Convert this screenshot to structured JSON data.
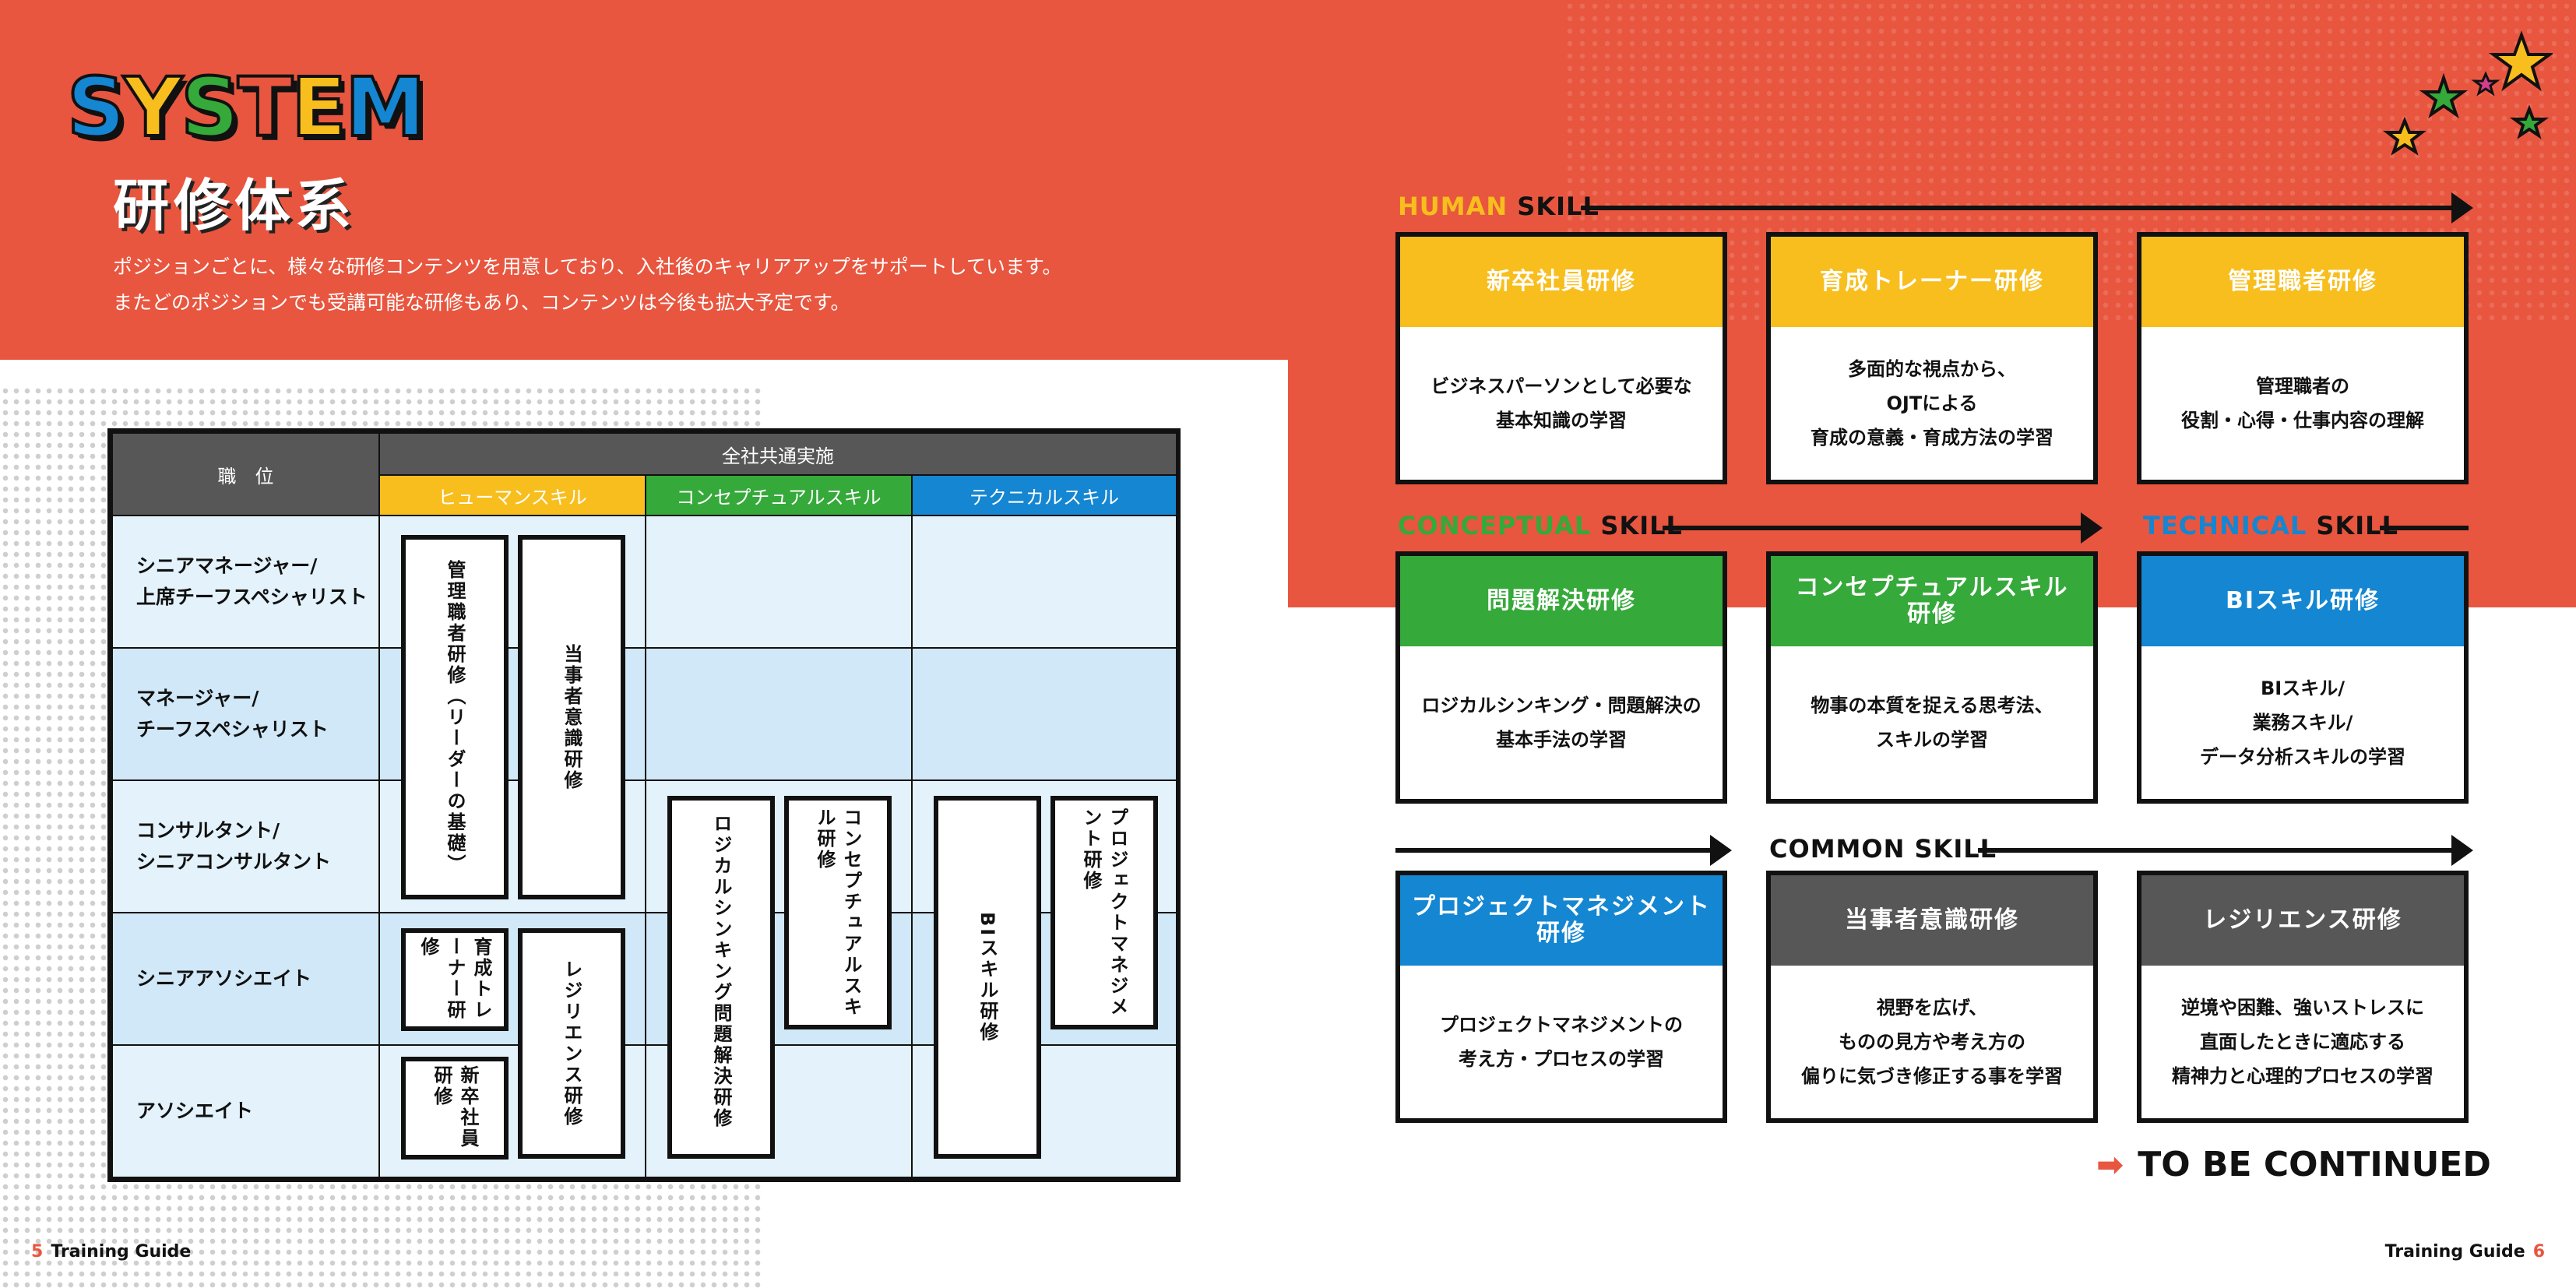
{
  "hero": {
    "title_letters": [
      "S",
      "Y",
      "S",
      "T",
      "E",
      "M"
    ],
    "title_colors": [
      "#1486d2",
      "#f7be1e",
      "#35a93a",
      "#e8563f",
      "#f7be1e",
      "#1486d2"
    ],
    "subtitle": "研修体系",
    "intro_lines": [
      "ポジションごとに、様々な研修コンテンツを用意しており、入社後のキャリアアップをサポートしています。",
      "またどのポジションでも受講可能な研修もあり、コンテンツは今後も拡大予定です。"
    ]
  },
  "table": {
    "position_header": "職　位",
    "common_header": "全社共通実施",
    "skill_headers": [
      "ヒューマンスキル",
      "コンセプチュアルスキル",
      "テクニカルスキル"
    ],
    "rows": [
      [
        "シニアマネージャー/",
        "上席チーフスペシャリスト"
      ],
      [
        "マネージャー/",
        "チーフスペシャリスト"
      ],
      [
        "コンサルタント/",
        "シニアコンサルタント"
      ],
      [
        "シニアアソシエイト"
      ],
      [
        "アソシエイト"
      ]
    ],
    "boxes": {
      "leader": "管理職者研修（リーダーの基礎）",
      "ownership": "当事者意識研修",
      "trainer": "育成トレーナー研修",
      "newgrad": "新卒社員研修",
      "resilience": "レジリエンス研修",
      "logical": "ロジカルシンキング問題解決研修",
      "conceptual": "コンセプチュアルスキル研修",
      "bi": "BIスキル研修",
      "pm": "プロジェクトマネジメント研修"
    }
  },
  "skills": {
    "human": {
      "accent": "HUMAN",
      "rest": " SKILL",
      "color": "#f7be1e"
    },
    "conceptual": {
      "accent": "CONCEPTUAL",
      "rest": " SKILL",
      "color": "#35a93a"
    },
    "technical": {
      "accent": "TECHNICAL",
      "rest": " SKILL",
      "color": "#1486d2"
    },
    "common": {
      "label": "COMMON SKILL"
    }
  },
  "cards": [
    {
      "title": "新卒社員研修",
      "body": "ビジネスパーソンとして必要な\n基本知識の学習"
    },
    {
      "title": "育成トレーナー研修",
      "body": "多面的な視点から、\nOJTによる\n育成の意義・育成方法の学習"
    },
    {
      "title": "管理職者研修",
      "body": "管理職者の\n役割・心得・仕事内容の理解"
    },
    {
      "title": "問題解決研修",
      "body": "ロジカルシンキング・問題解決の\n基本手法の学習"
    },
    {
      "title": "コンセプチュアルスキル\n研修",
      "body": "物事の本質を捉える思考法、\nスキルの学習"
    },
    {
      "title": "BIスキル研修",
      "body": "BIスキル/\n業務スキル/\nデータ分析スキルの学習"
    },
    {
      "title": "プロジェクトマネジメント\n研修",
      "body": "プロジェクトマネジメントの\n考え方・プロセスの学習"
    },
    {
      "title": "当事者意識研修",
      "body": "視野を広げ、\nものの見方や考え方の\n偏りに気づき修正する事を学習"
    },
    {
      "title": "レジリエンス研修",
      "body": "逆境や困難、強いストレスに\n直面したときに適応する\n精神力と心理的プロセスの学習"
    }
  ],
  "to_be_continued": "TO BE CONTINUED",
  "footer": {
    "left_num": "5",
    "left_label": "Training Guide",
    "right_label": "Training Guide",
    "right_num": "6"
  }
}
